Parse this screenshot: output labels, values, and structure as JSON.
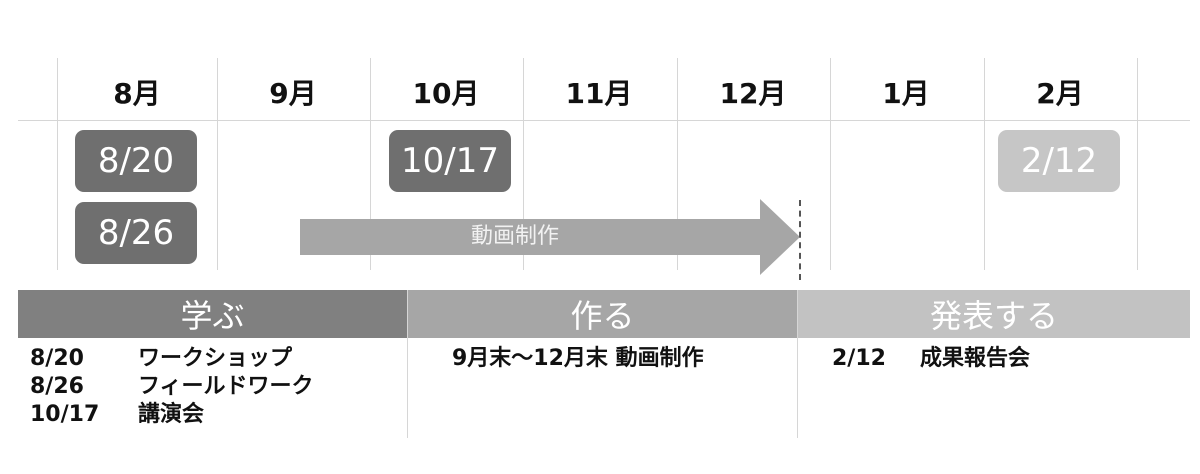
{
  "timeline": {
    "months": [
      "8月",
      "9月",
      "10月",
      "11月",
      "12月",
      "1月",
      "2月"
    ]
  },
  "dates": {
    "d1": "8/20",
    "d2": "8/26",
    "d3": "10/17",
    "d4": "2/12"
  },
  "arrow": {
    "label": "動画制作"
  },
  "phases": [
    {
      "title": "学ぶ",
      "color": "#808080",
      "events": [
        {
          "date": "8/20",
          "text": "ワークショップ"
        },
        {
          "date": "8/26",
          "text": "フィールドワーク"
        },
        {
          "date": "10/17",
          "text": "講演会"
        }
      ]
    },
    {
      "title": "作る",
      "color": "#a6a6a6",
      "events": [
        {
          "text": "9月末〜12月末 動画制作"
        }
      ]
    },
    {
      "title": "発表する",
      "color": "#c2c2c2",
      "events": [
        {
          "date": "2/12",
          "text": "成果報告会"
        }
      ]
    }
  ],
  "colors": {
    "dark": "#6f6f6f",
    "mid": "#a6a6a6",
    "light": "#c6c6c6"
  }
}
